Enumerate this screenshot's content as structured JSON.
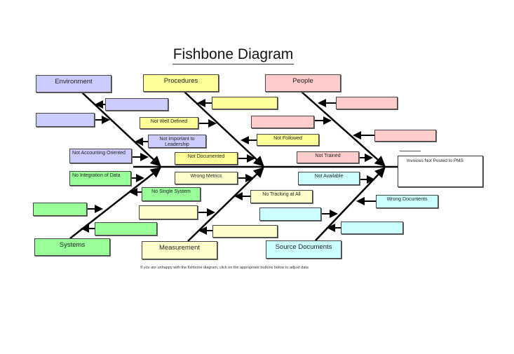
{
  "title": "Fishbone Diagram",
  "effect": "Invoices Not Posted to PMS",
  "footer": "If you are unhappy with the fishbone diagram, click on the appropriate buttons below to adjust data",
  "categories": {
    "environment": "Environment",
    "procedures": "Procedures",
    "people": "People",
    "systems": "Systems",
    "measurement": "Measurement",
    "source_documents": "Source Documents"
  },
  "causes": {
    "environment": [
      "Not Important to Leadership",
      "Not Accounting Oriented"
    ],
    "procedures": [
      "Not Well Defined",
      "Not Documented",
      "Not Followed"
    ],
    "people": [
      "Not Trained"
    ],
    "systems": [
      "No Integration of Data",
      "No Single System"
    ],
    "measurement": [
      "Wrong Metrics",
      "No Tracking at All"
    ],
    "source_documents": [
      "Not Available",
      "Wrong Documents"
    ]
  },
  "colors": {
    "environment": "#ccccff",
    "procedures": "#ffff99",
    "people": "#ffcccc",
    "systems": "#99ff99",
    "measurement": "#ffffcc",
    "source_documents": "#ccffff"
  }
}
